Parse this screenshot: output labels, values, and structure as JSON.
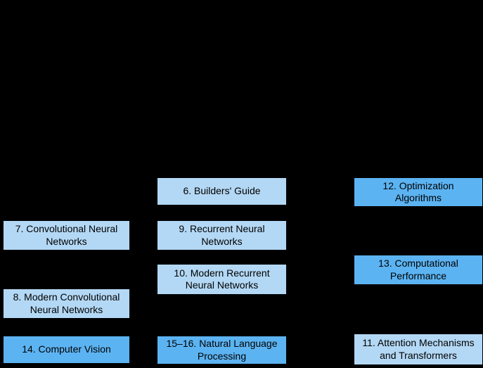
{
  "diagram": {
    "title": "book-chapter-structure",
    "background_color": "#000000",
    "colors": {
      "node_light": "#B3D8F5",
      "node_dark": "#5CB3F2",
      "node_border": "#000000",
      "text": "#000000"
    },
    "nodes": [
      {
        "id": "ch6",
        "label": "6. Builders' Guide",
        "tone": "light"
      },
      {
        "id": "ch7",
        "label": "7. Convolutional Neural\nNetworks",
        "tone": "light"
      },
      {
        "id": "ch8",
        "label": "8. Modern Convolutional\nNeural Networks",
        "tone": "light"
      },
      {
        "id": "ch9",
        "label": "9. Recurrent Neural\nNetworks",
        "tone": "light"
      },
      {
        "id": "ch10",
        "label": "10. Modern Recurrent\nNeural Networks",
        "tone": "light"
      },
      {
        "id": "ch11",
        "label": "11. Attention Mechanisms\nand Transformers",
        "tone": "light"
      },
      {
        "id": "ch12",
        "label": "12. Optimization\nAlgorithms",
        "tone": "dark"
      },
      {
        "id": "ch13",
        "label": "13. Computational\nPerformance",
        "tone": "dark"
      },
      {
        "id": "ch14",
        "label": "14. Computer Vision",
        "tone": "dark"
      },
      {
        "id": "ch1516",
        "label": "15–16. Natural Language\nProcessing",
        "tone": "dark"
      }
    ]
  }
}
